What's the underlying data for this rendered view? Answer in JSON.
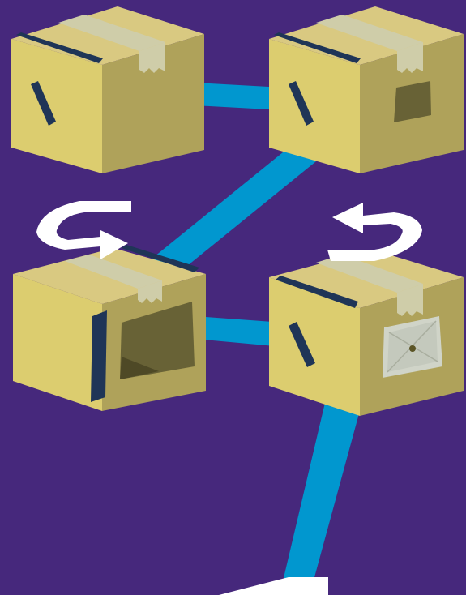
{
  "colors": {
    "background": "#46287c",
    "connector": "#0197cf",
    "box_top": "#d9c981",
    "box_front": "#dccd6f",
    "box_side": "#afa25a",
    "tape": "#cfcda9",
    "strap": "#1f3557",
    "hole": "#686236",
    "arrow": "#ffffff"
  },
  "boxes": [
    {
      "id": "box-1",
      "state": "closed"
    },
    {
      "id": "box-2",
      "state": "small-window"
    },
    {
      "id": "box-3",
      "state": "open-hole"
    },
    {
      "id": "box-4",
      "state": "patched"
    }
  ],
  "arrows": [
    {
      "id": "rotate-arrow-left",
      "icon": "rotate-arrow-icon"
    },
    {
      "id": "rotate-arrow-right",
      "icon": "rotate-arrow-icon"
    },
    {
      "id": "bottom-arrow",
      "icon": "arrow-icon"
    }
  ]
}
